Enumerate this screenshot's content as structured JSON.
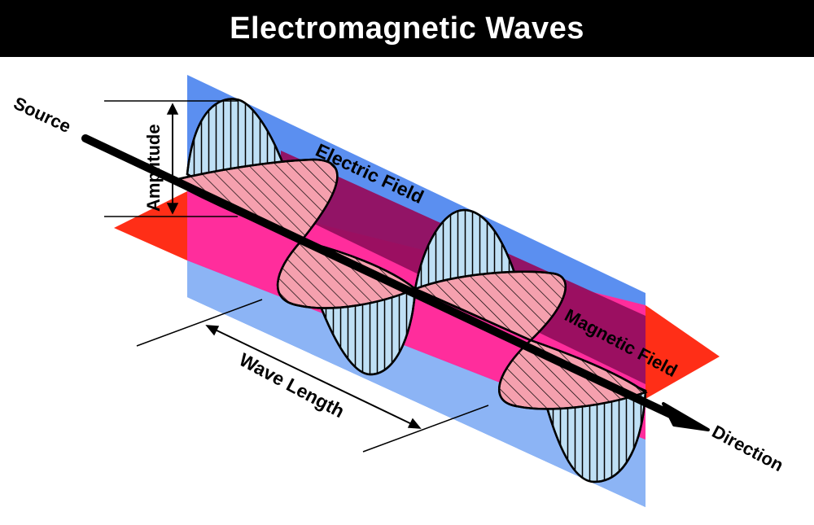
{
  "title": "Electromagnetic Waves",
  "labels": {
    "source": "Source",
    "amplitude": "Amplitude",
    "electric_field": "Electric Field",
    "magnetic_field": "Magnetic Field",
    "wave_length": "Wave Length",
    "direction": "Direction"
  },
  "colors": {
    "electric_plane": "#5B8FF0",
    "electric_plane_light": "#8CB4F5",
    "magnetic_plane": "#FF2E17",
    "overlap_bright": "#FF2D9C",
    "overlap_dark": "#960E5E",
    "electric_wave_fill": "#BFE0F5",
    "magnetic_wave_fill": "#F5A0AE",
    "header_bg": "#000000",
    "header_text": "#FFFFFF"
  }
}
